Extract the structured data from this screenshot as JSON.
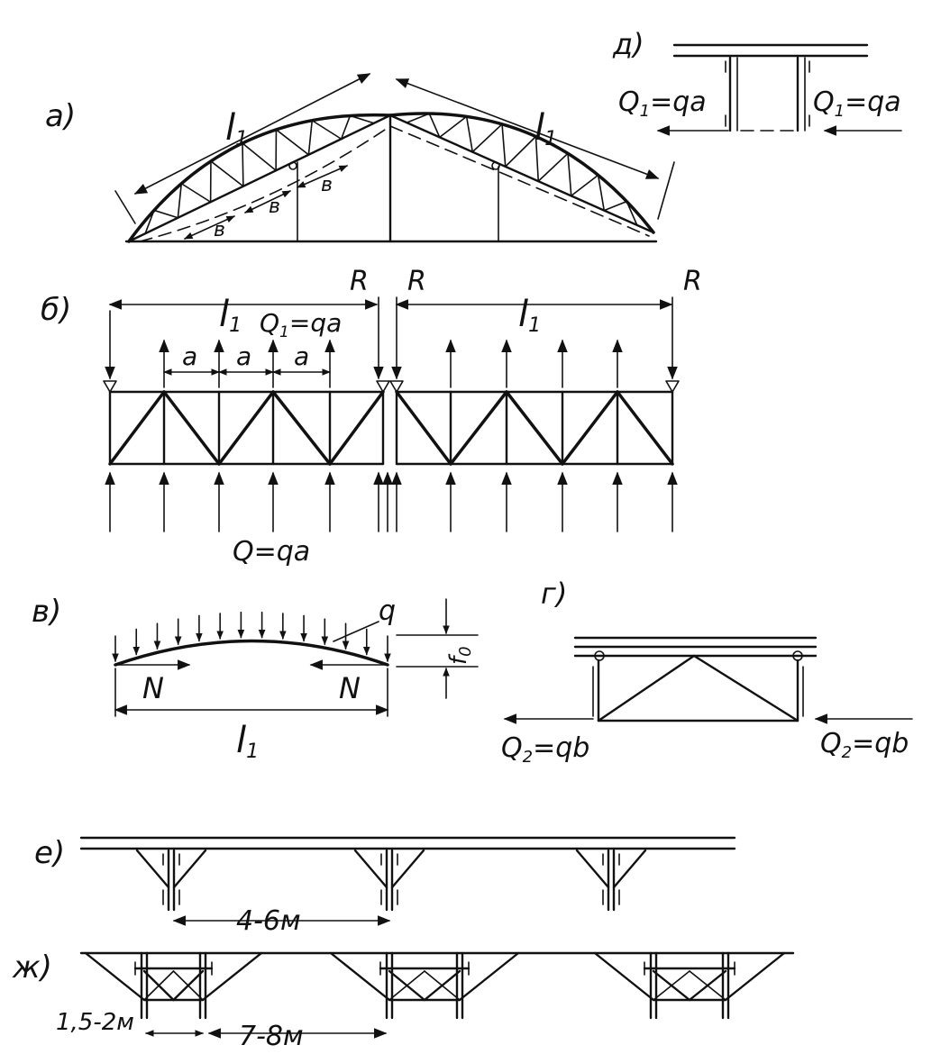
{
  "panels": {
    "a": {
      "label": "а)",
      "span_left": "l",
      "span_left_sub": "1",
      "span_right": "l",
      "span_right_sub": "1",
      "b1": "в",
      "b2": "в",
      "b3": "в"
    },
    "b": {
      "label": "б)",
      "span_left": "l",
      "span_left_sub": "1",
      "span_right": "l",
      "span_right_sub": "1",
      "reaction_1": "R",
      "reaction_2": "R",
      "reaction_3": "R",
      "top_force": "Q",
      "top_force_sub": "1",
      "top_force_rhs": "=qa",
      "a1": "a",
      "a2": "a",
      "a3": "a",
      "bottom_force": "Q=qa"
    },
    "v": {
      "label": "в)",
      "load": "q",
      "thrust_left": "N",
      "thrust_right": "N",
      "rise": "f",
      "rise_sub": "0",
      "span": "l",
      "span_sub": "1"
    },
    "g": {
      "label": "г)",
      "force_left": "Q",
      "force_left_sub": "2",
      "force_left_rhs": "=qb",
      "force_right": "Q",
      "force_right_sub": "2",
      "force_right_rhs": "=qb"
    },
    "d": {
      "label": "д)",
      "force_left": "Q",
      "force_left_sub": "1",
      "force_left_rhs": "=qa",
      "force_right": "Q",
      "force_right_sub": "1",
      "force_right_rhs": "=qa"
    },
    "e": {
      "label": "е)",
      "spacing": "4-6м"
    },
    "zh": {
      "label": "ж)",
      "spacing_small": "1,5-2м",
      "spacing_large": "7-8м"
    }
  }
}
